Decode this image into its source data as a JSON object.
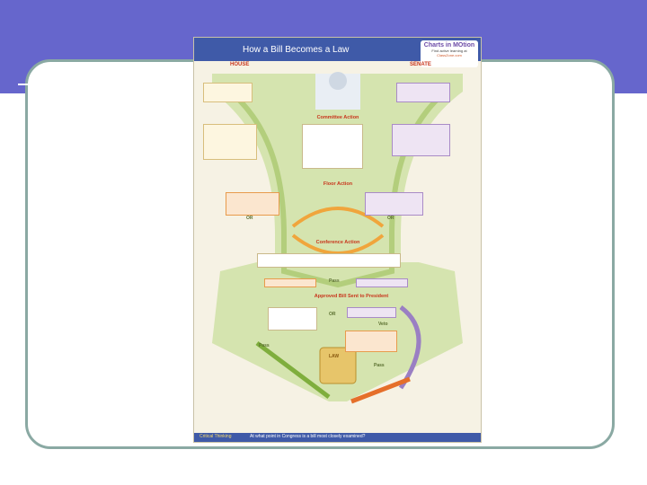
{
  "poster": {
    "title": "How a Bill Becomes a Law",
    "logo": {
      "line1": "Charts in MOtion",
      "line2": "Find active learning at",
      "line3": "ClassZone.com"
    },
    "house": "HOUSE",
    "senate": "SENATE",
    "sections": {
      "committee": "Committee Action",
      "floor": "Floor Action",
      "conference": "Conference Action",
      "approved": "Approved Bill Sent to President"
    },
    "labels": {
      "pass_left": "Pass",
      "veto": "Veto",
      "pass_right": "Pass",
      "pass_mid": "Pass",
      "or1": "OR",
      "or2": "OR",
      "or3": "OR",
      "law": "LAW"
    },
    "footer": {
      "critical": "Critical Thinking",
      "question": "At what point in Congress is a bill most closely examined?"
    }
  },
  "colors": {
    "band": "#6666cc",
    "frame": "#8aa9a3",
    "poster_head": "#3f5aa8",
    "section_red": "#c8361d"
  }
}
